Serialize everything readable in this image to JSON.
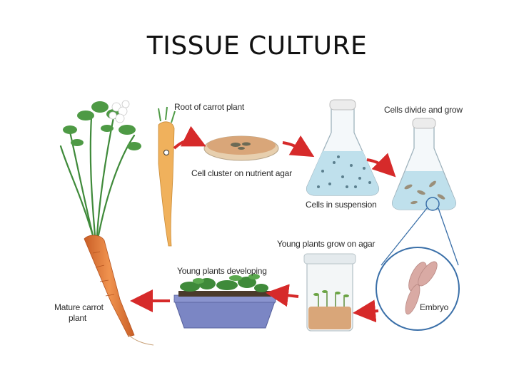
{
  "title": "TISSUE CULTURE",
  "labels": {
    "root": "Root of carrot plant",
    "cell_cluster": "Cell cluster on nutrient agar",
    "suspension": "Cells in suspension",
    "divide": "Cells divide and grow",
    "embryo": "Embryo",
    "young_agar": "Young plants grow on agar",
    "developing": "Young plants developing",
    "mature_line1": "Mature carrot",
    "mature_line2": "plant"
  },
  "colors": {
    "arrow": "#d62a2a",
    "carrot": "#e0793e",
    "leaf": "#3f8a3a",
    "liquid": "#bfe0ec",
    "agar": "#d9a679",
    "tray": "#7b86c4",
    "zoom_circle": "#3a6fa8",
    "embryo": "#d9aaa4"
  }
}
